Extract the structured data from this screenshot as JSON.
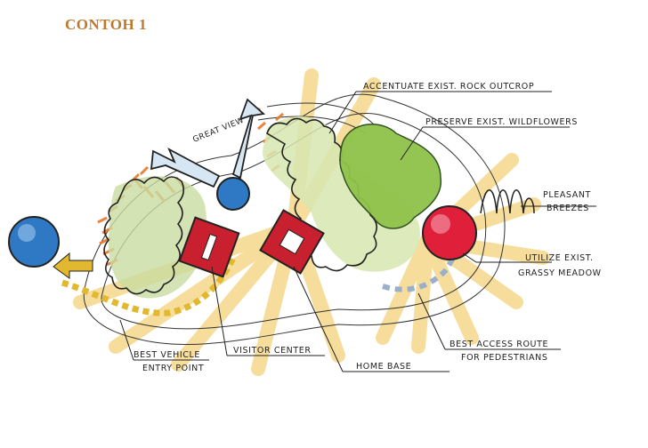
{
  "title": "CONTOH 1",
  "colors": {
    "title": "#c0792a",
    "sunburst": "#f5d27a",
    "trees": "#e8762a",
    "green": "#8fc24a",
    "meadow": "#c9dca0",
    "building": "#c8202e",
    "blue_circle": "#2f78c4",
    "red_circle": "#e0203a",
    "path_dashes": "#e2b830"
  },
  "labels": {
    "rock_outcrop": "ACCENTUATE EXIST. ROCK OUTCROP",
    "wildflowers": "PRESERVE EXIST. WILDFLOWERS",
    "great_view": "GREAT VIEW",
    "breezes_1": "PLEASANT",
    "breezes_2": "BREEZES",
    "meadow_1": "UTILIZE EXIST.",
    "meadow_2": "GRASSY MEADOW",
    "vehicle_1": "BEST VEHICLE",
    "vehicle_2": "ENTRY POINT",
    "visitor_center": "VISITOR CENTER",
    "home_base": "HOME BASE",
    "access_1": "BEST ACCESS ROUTE",
    "access_2": "FOR PEDESTRIANS"
  }
}
